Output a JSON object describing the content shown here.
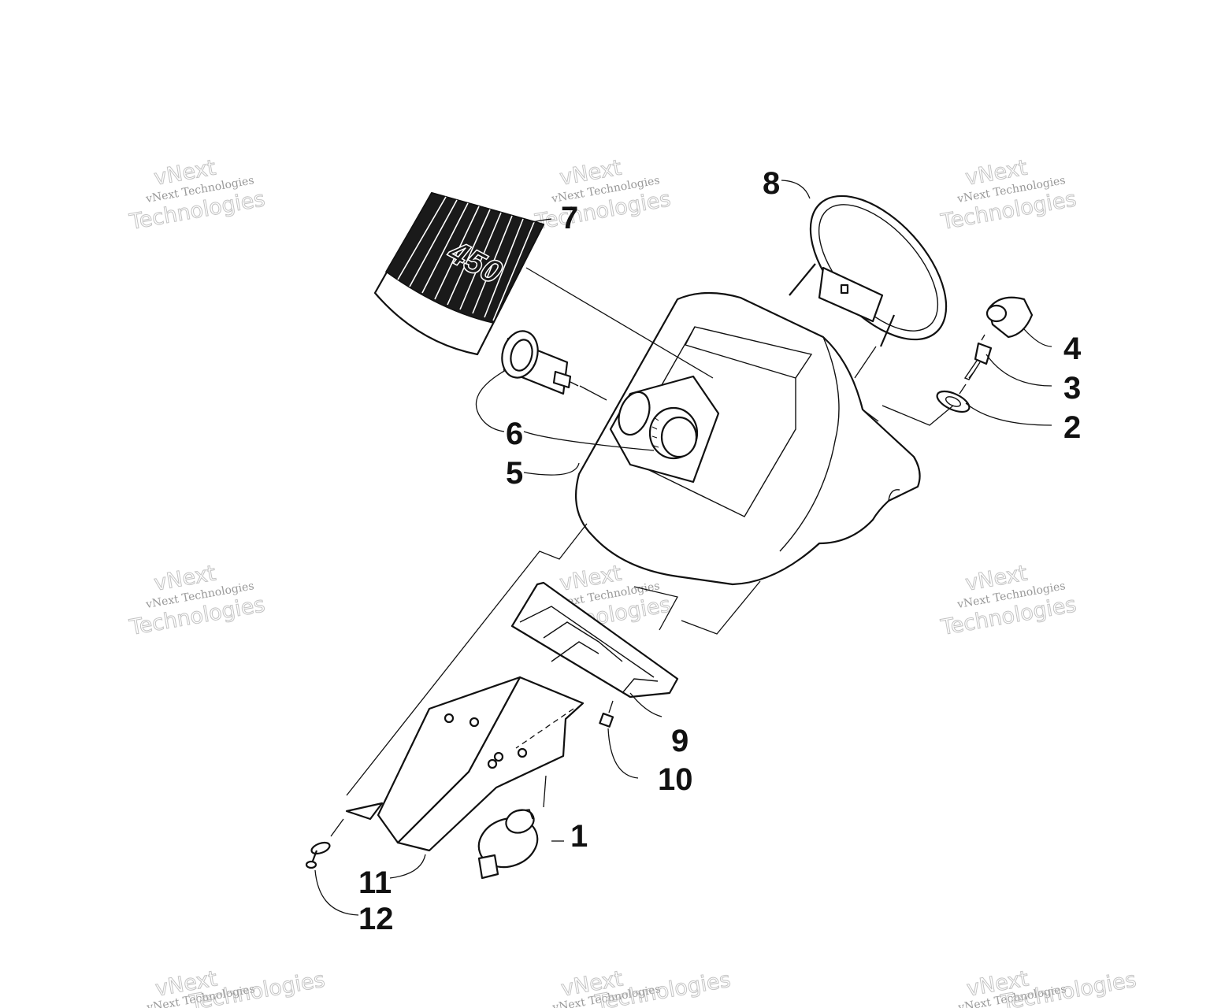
{
  "watermark": {
    "line1": "vNext Technologies",
    "line2": "vNext",
    "line3": "Technologies"
  },
  "decal_text": "450",
  "callouts": {
    "c1": "1",
    "c2": "2",
    "c3": "3",
    "c4": "4",
    "c5": "5",
    "c6": "6",
    "c7": "7",
    "c8": "8",
    "c9": "9",
    "c10": "10",
    "c11": "11",
    "c12": "12"
  }
}
